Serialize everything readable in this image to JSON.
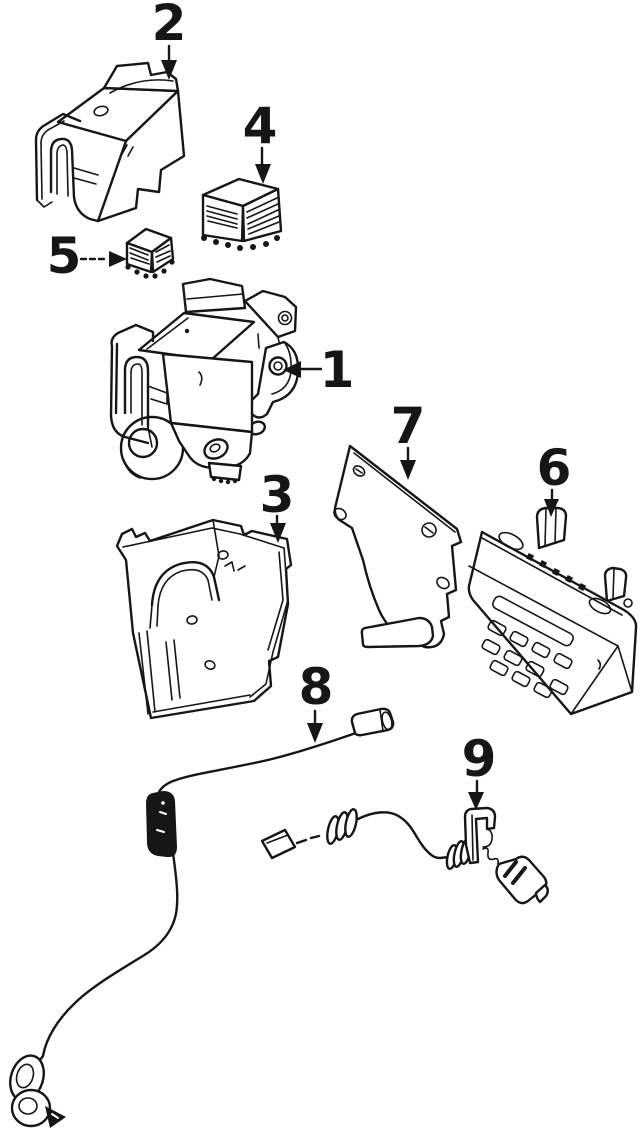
{
  "diagram": {
    "background_color": "#ffffff",
    "line_color": "#161616",
    "callouts": {
      "c1": {
        "label": "1"
      },
      "c2": {
        "label": "2"
      },
      "c3": {
        "label": "3"
      },
      "c4": {
        "label": "4"
      },
      "c5": {
        "label": "5"
      },
      "c6": {
        "label": "6"
      },
      "c7": {
        "label": "7"
      },
      "c8": {
        "label": "8"
      },
      "c9": {
        "label": "9"
      }
    }
  }
}
